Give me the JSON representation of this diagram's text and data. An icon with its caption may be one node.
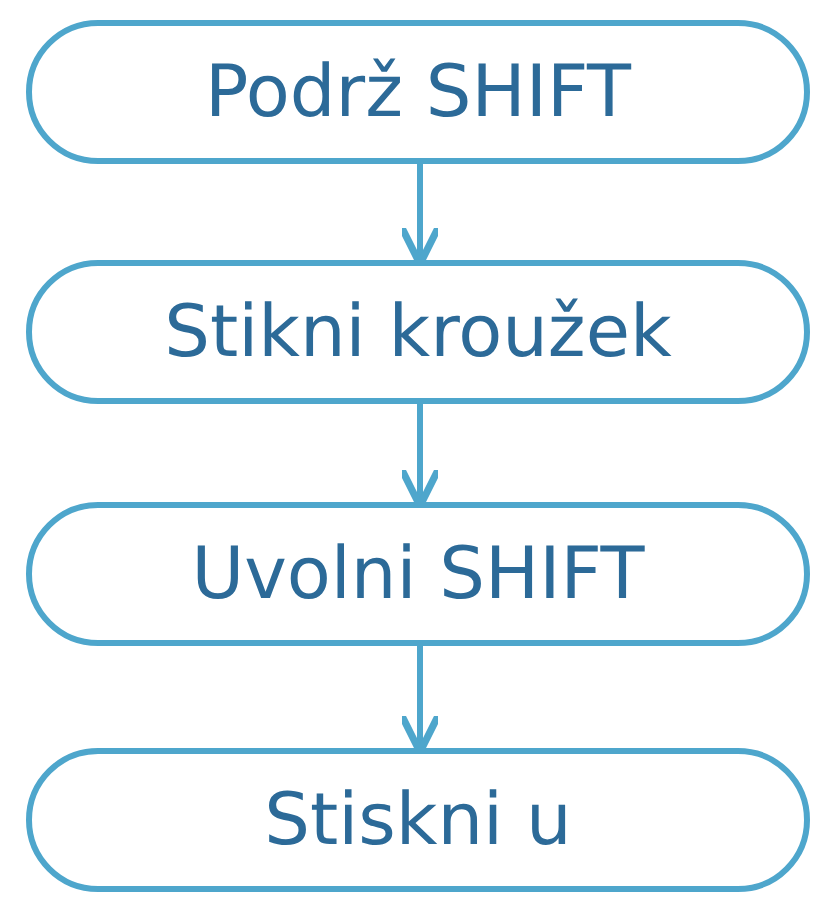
{
  "diagram": {
    "nodes": [
      {
        "text": [
          "Podrž SHIFT"
        ]
      },
      {
        "text": [
          "Stikni kroužek"
        ]
      },
      {
        "text": [
          "Uvolni SHIFT"
        ]
      },
      {
        "text": [
          "Stiskni u"
        ]
      }
    ],
    "edges": [
      {
        "from": 0,
        "to": 1,
        "arrow": "to"
      },
      {
        "from": 1,
        "to": 2,
        "arrow": "to"
      },
      {
        "from": 2,
        "to": 3,
        "arrow": "to"
      }
    ]
  }
}
